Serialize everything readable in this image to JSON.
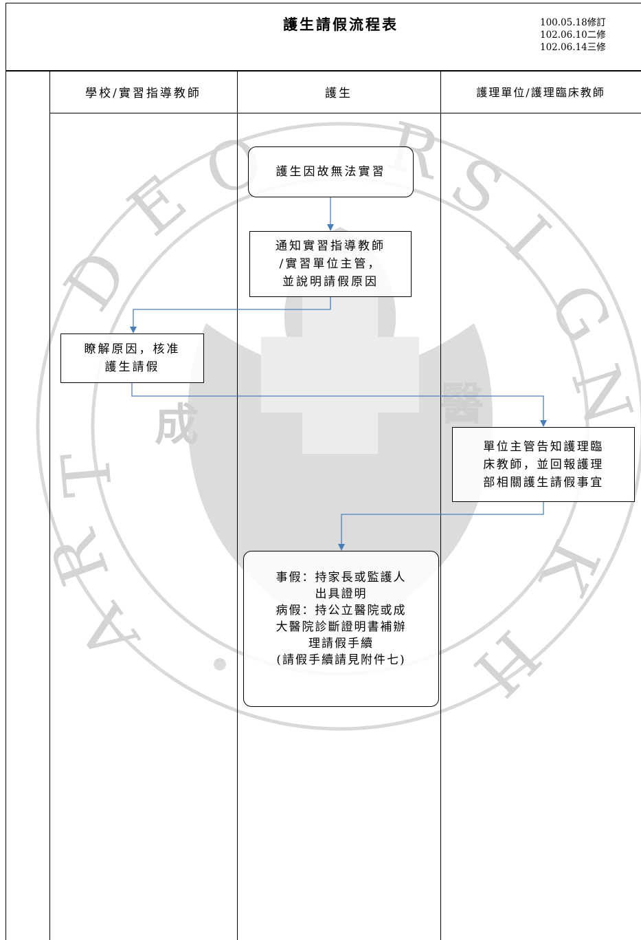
{
  "title": "護生請假流程表",
  "revisions": [
    "100.05.18修訂",
    "102.06.10二修",
    "102.06.14三修"
  ],
  "lanes": [
    {
      "label": "學校/實習指導教師"
    },
    {
      "label": "護生"
    },
    {
      "label": "護理單位/護理臨床教師"
    }
  ],
  "nodes": {
    "start": {
      "lines": [
        "護生因故無法實習"
      ]
    },
    "notify": {
      "lines": [
        "通知實習指導教師",
        "/實習單位主管，",
        "並說明請假原因"
      ]
    },
    "approve": {
      "lines": [
        "瞭解原因，核准",
        "護生請假"
      ]
    },
    "report": {
      "lines": [
        "單位主管告知護理臨",
        "床教師，並回報護理",
        "部相關護生請假事宜"
      ]
    },
    "final": {
      "lines": [
        "事假：持家長或監護人",
        "出具證明",
        "病假：持公立醫院或成",
        "大醫院診斷證明書補辦",
        "理請假手續",
        "(請假手續請見附件七)"
      ]
    }
  },
  "colors": {
    "connector": "#4a7ebb",
    "watermark": "#d8d8d8"
  }
}
